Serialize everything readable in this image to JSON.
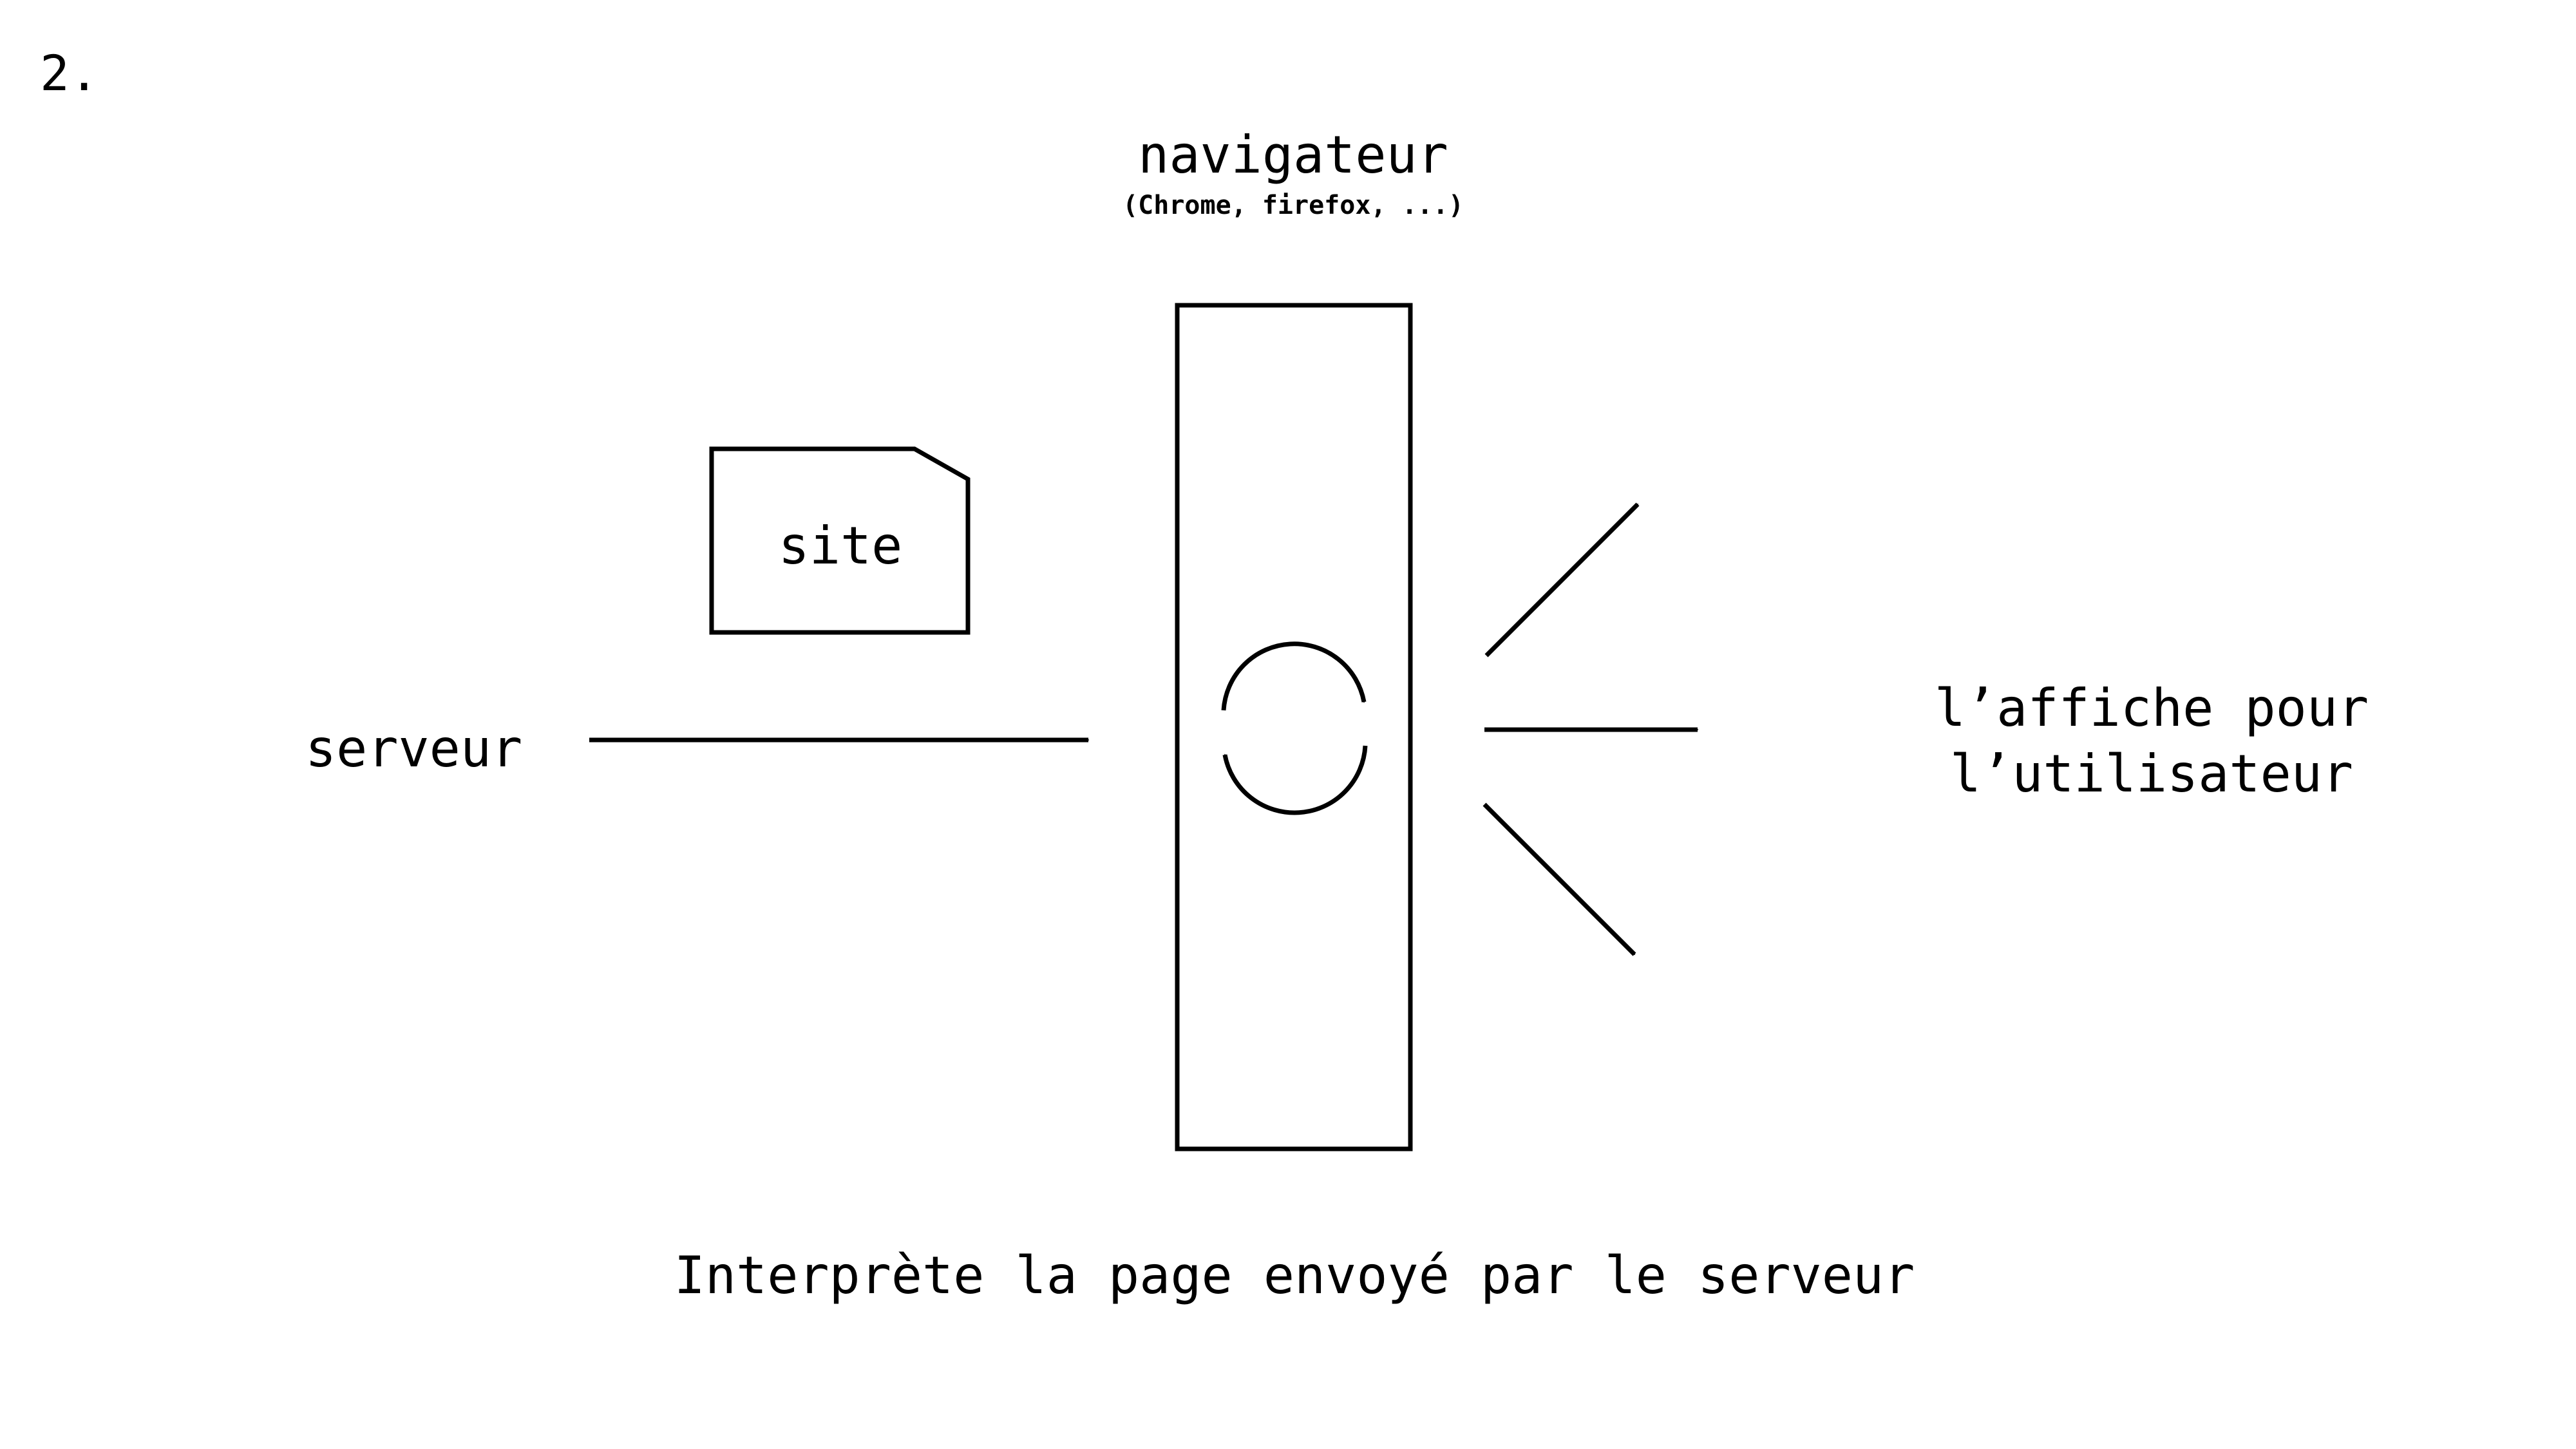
{
  "step_number": "2.",
  "browser": {
    "title": "navigateur",
    "subtitle": "(Chrome, firefox, ...)",
    "icon": "refresh-icon"
  },
  "document": {
    "label": "site"
  },
  "source": {
    "label": "serveur"
  },
  "output": {
    "line1": "l’affiche pour",
    "line2": "l’utilisateur"
  },
  "caption": "Interprète la page envoyé par le serveur",
  "colors": {
    "stroke": "#000000",
    "background": "#ffffff"
  }
}
